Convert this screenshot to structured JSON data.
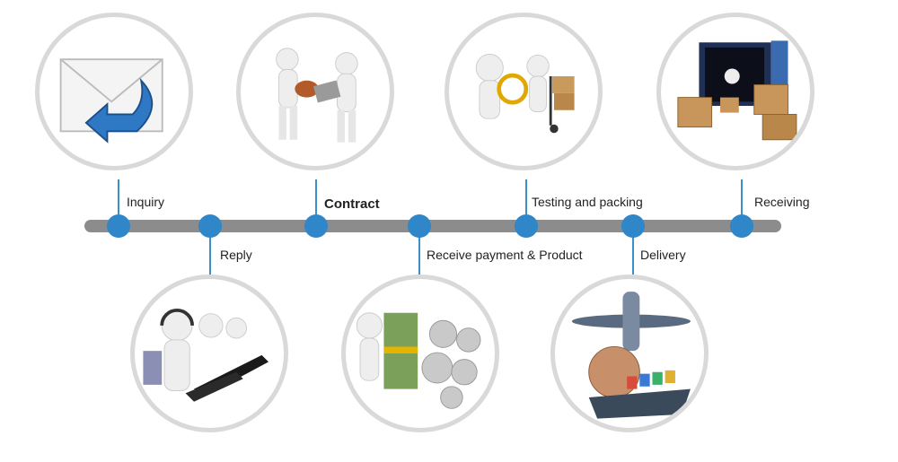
{
  "steps": [
    {
      "label": "Inquiry"
    },
    {
      "label": "Reply"
    },
    {
      "label": "Contract"
    },
    {
      "label": "Receive payment & Product"
    },
    {
      "label": "Testing and packing"
    },
    {
      "label": "Delivery"
    },
    {
      "label": "Receiving"
    }
  ],
  "colors": {
    "timeline": "#8c8c8c",
    "dot": "#2f86c8",
    "stem": "#3b8fcc",
    "circle_border": "#d9d9d9"
  }
}
